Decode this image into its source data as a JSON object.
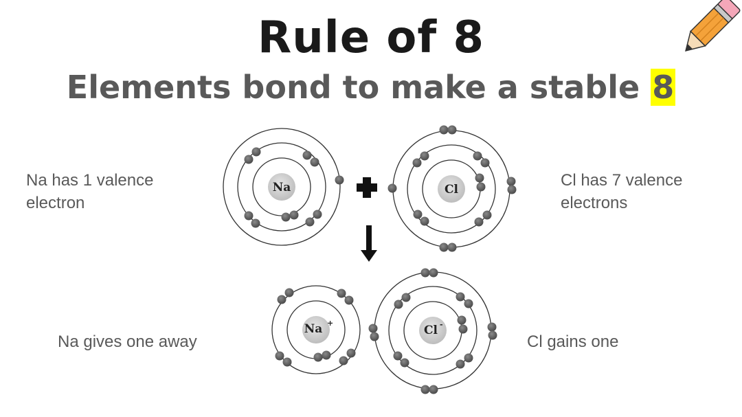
{
  "title": "Rule of 8",
  "subtitle": {
    "text": "Elements bond to make a stable ",
    "highlight": "8",
    "highlight_color": "#ffff00"
  },
  "labels": {
    "na_before": "Na has 1 valence electron",
    "cl_before": "Cl has 7 valence electrons",
    "na_after": "Na gives one away",
    "cl_after": "Cl gains one"
  },
  "atoms": {
    "na": {
      "symbol": "Na",
      "charge": ""
    },
    "cl": {
      "symbol": "Cl",
      "charge": ""
    },
    "na_ion": {
      "symbol": "Na",
      "charge": "+"
    },
    "cl_ion": {
      "symbol": "Cl",
      "charge": "-"
    }
  },
  "icons": {
    "plus": "plus-icon",
    "arrow": "arrow-down-icon",
    "pencil": "pencil-icon"
  },
  "colors": {
    "electron": "#5a5a5a",
    "nucleus": "#c8c8c8",
    "text_gray": "#595959"
  }
}
